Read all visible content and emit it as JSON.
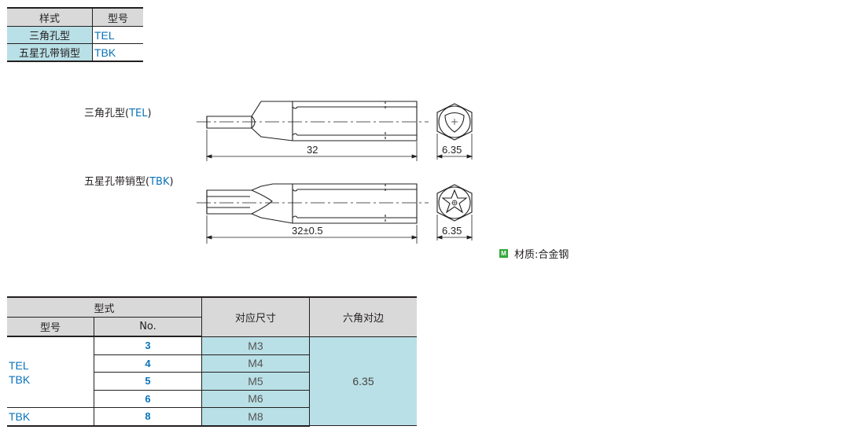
{
  "style_table": {
    "headers": [
      "样式",
      "型号"
    ],
    "rows": [
      {
        "style": "三角孔型",
        "model": "TEL"
      },
      {
        "style": "五星孔带销型",
        "model": "TBK"
      }
    ]
  },
  "drawings": {
    "tel": {
      "label_prefix": "三角孔型(",
      "code": "TEL",
      "label_suffix": ")",
      "length": "32",
      "hex_width": "6.35"
    },
    "tbk": {
      "label_prefix": "五星孔带销型(",
      "code": "TBK",
      "label_suffix": ")",
      "length": "32±0.5",
      "hex_width": "6.35"
    }
  },
  "material": {
    "icon_text": "M",
    "text": "材质:合金钢"
  },
  "spec_table": {
    "group_header": "型式",
    "sub_headers": [
      "型号",
      "No."
    ],
    "col_size": "对应尺寸",
    "col_hex": "六角对边",
    "rows": [
      {
        "no": "3",
        "size": "M3"
      },
      {
        "no": "4",
        "size": "M4"
      },
      {
        "no": "5",
        "size": "M5"
      },
      {
        "no": "6",
        "size": "M6"
      },
      {
        "no": "8",
        "size": "M8"
      }
    ],
    "type_group_1": [
      "TEL",
      "TBK"
    ],
    "type_group_2": "TBK",
    "hex_value": "6.35"
  },
  "colors": {
    "accent_blue": "#0a73b9",
    "highlight_cyan": "#b9e0e6",
    "header_gray": "#d9d9d9",
    "material_green": "#35a83a"
  }
}
